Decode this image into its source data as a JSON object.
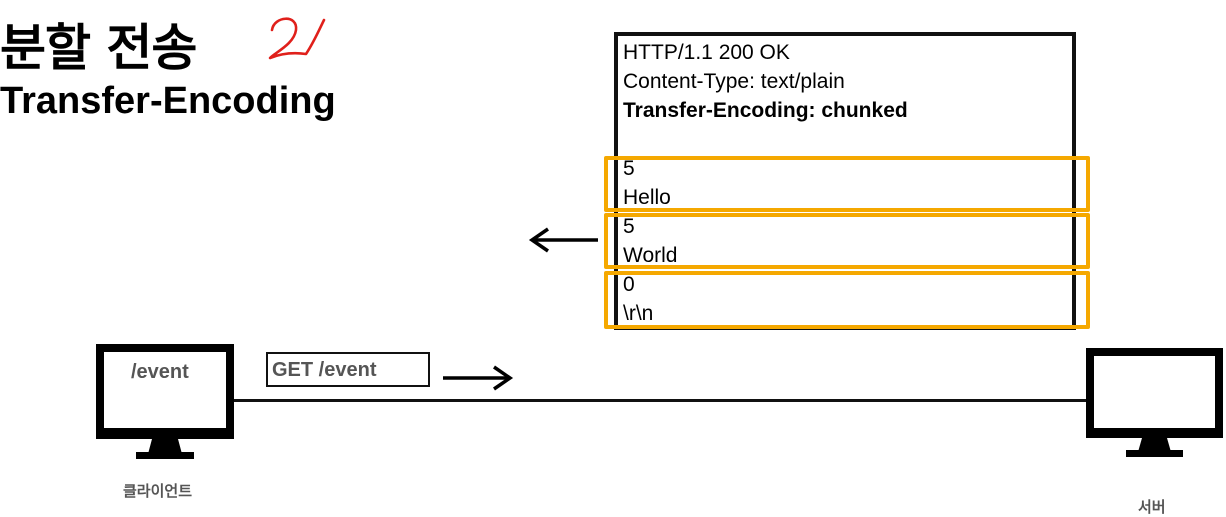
{
  "title": {
    "korean": "분할 전송",
    "english": "Transfer-Encoding"
  },
  "response": {
    "status_line": "HTTP/1.1 200 OK",
    "content_type": "Content-Type: text/plain",
    "transfer_encoding": "Transfer-Encoding: chunked",
    "chunks": [
      {
        "size": "5",
        "data": "Hello"
      },
      {
        "size": "5",
        "data": "World"
      },
      {
        "size": "0",
        "data": "\\r\\n"
      }
    ]
  },
  "client": {
    "screen_text": "/event",
    "label": "클라이언트"
  },
  "request": {
    "label": "GET /event"
  },
  "server": {
    "label": "서버"
  },
  "colors": {
    "chunk_border": "#f5a800",
    "annotation": "#e0201b",
    "caption_text": "#555555"
  },
  "icons": [
    "monitor-icon",
    "arrow-left-icon",
    "arrow-right-icon",
    "handwritten-annotation-icon"
  ]
}
